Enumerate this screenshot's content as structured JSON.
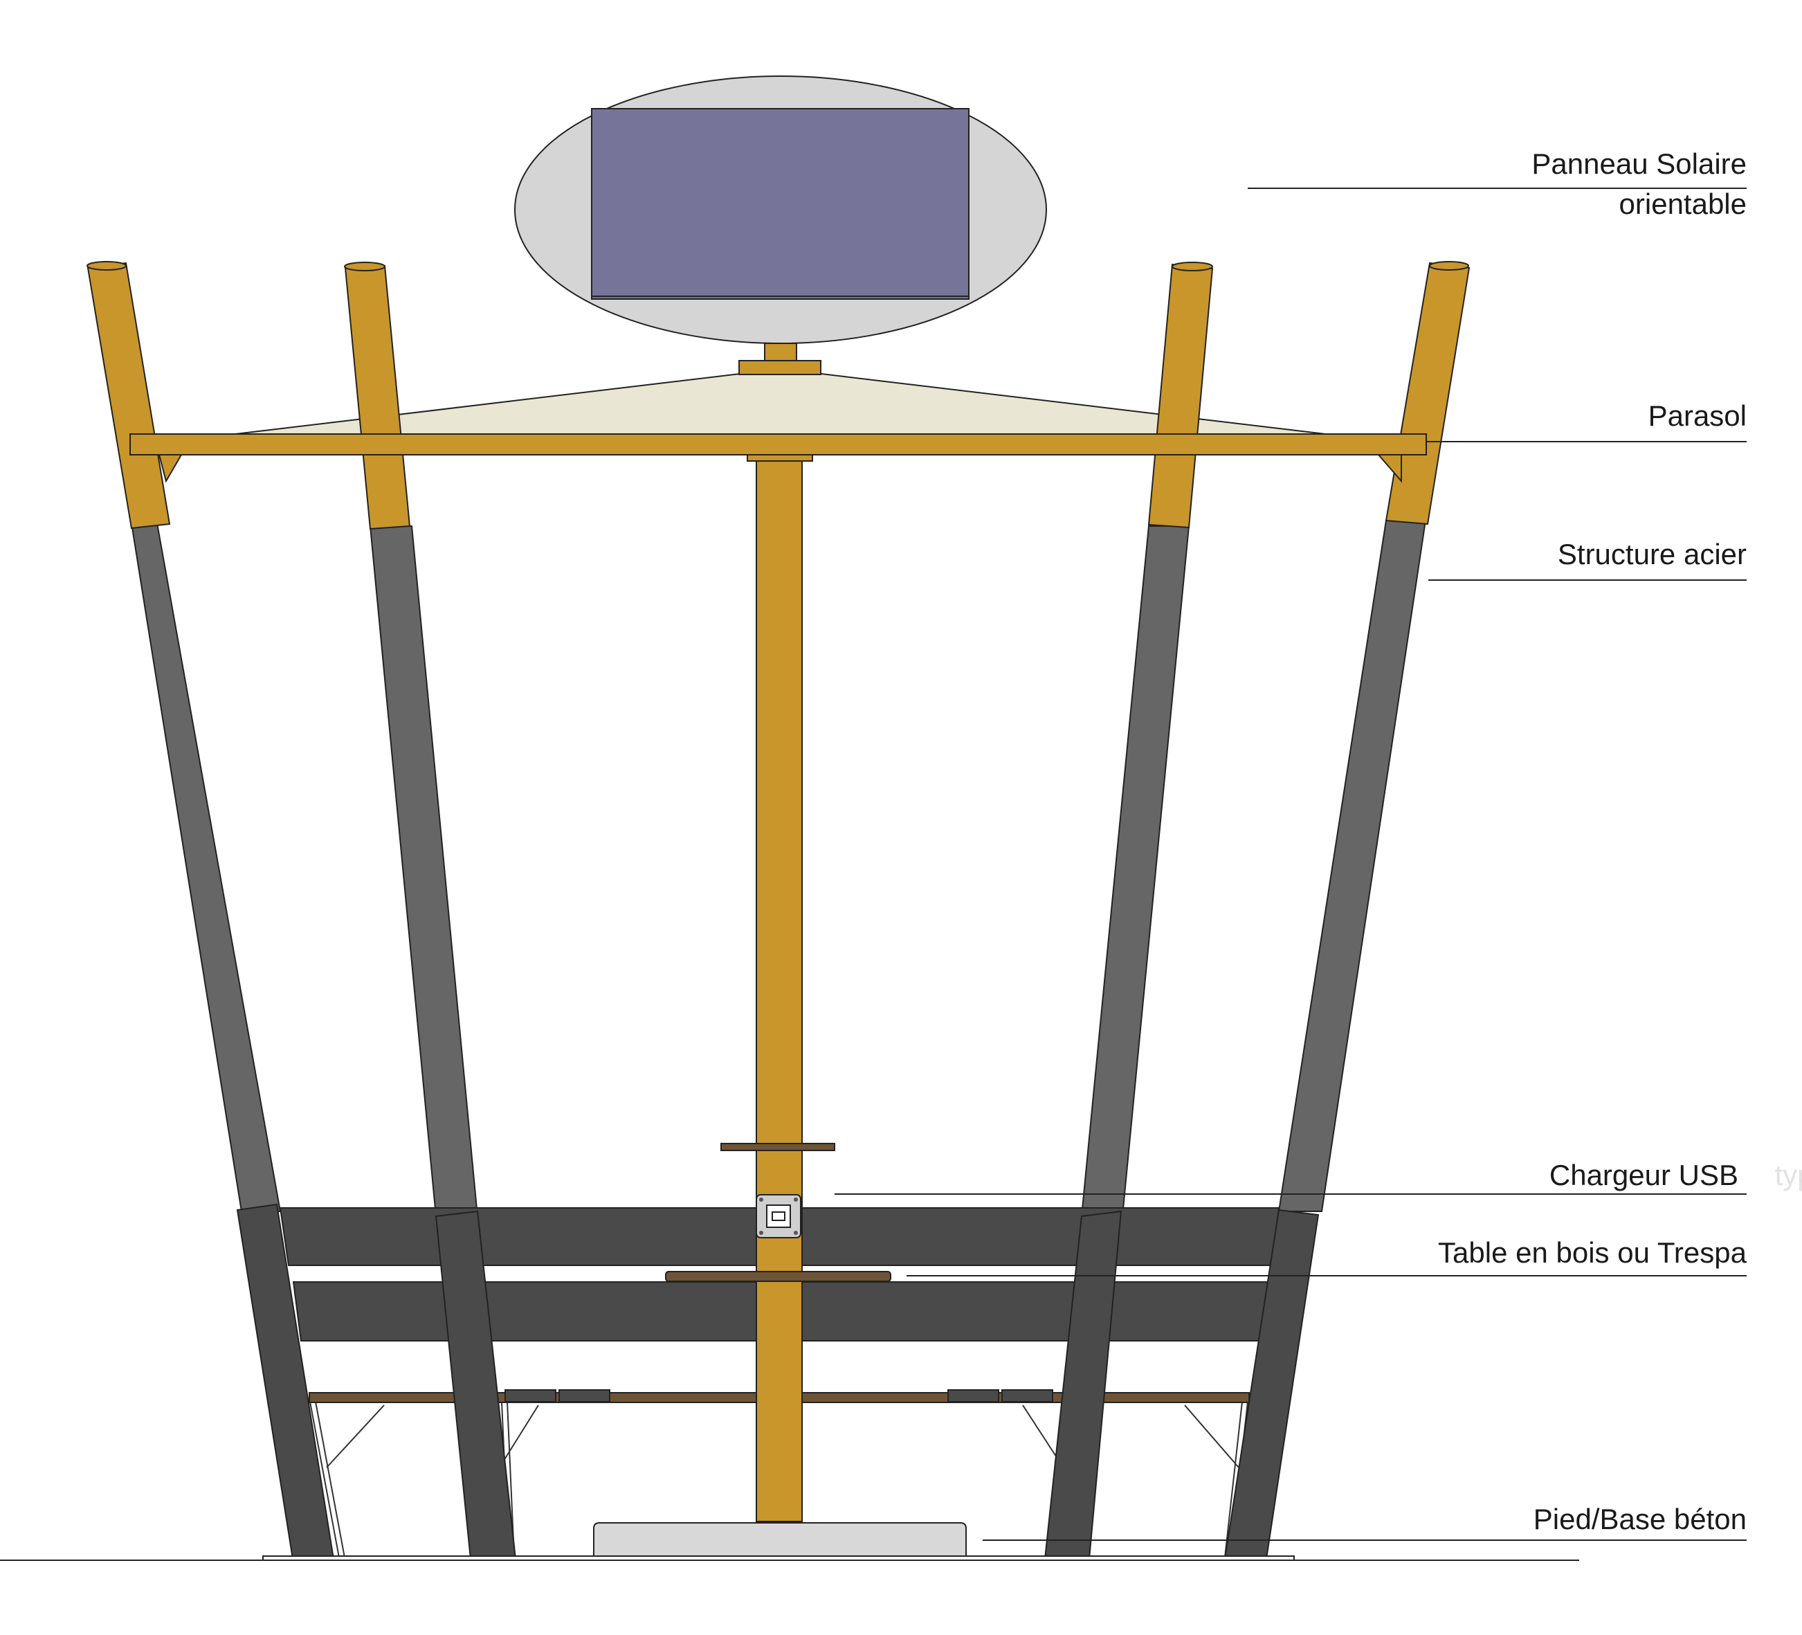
{
  "labels": {
    "solar_panel_line1": "Panneau Solaire",
    "solar_panel_line2": "orientable",
    "parasol": "Parasol",
    "steel_structure": "Structure acier",
    "usb_charger": "Chargeur USB",
    "table": "Table en bois ou Trespa",
    "base": "Pied/Base béton",
    "cut_off_text": "type"
  },
  "colors": {
    "wood": "#C8962B",
    "steel": "#666666",
    "bench": "#4A4A4A",
    "panel": "#767498",
    "dish": "#D5D5D5",
    "canopy": "#E9E6D4",
    "tabletop": "#6E5436",
    "concrete": "#D8D8D8",
    "usb_plate": "#CFCFCF"
  }
}
